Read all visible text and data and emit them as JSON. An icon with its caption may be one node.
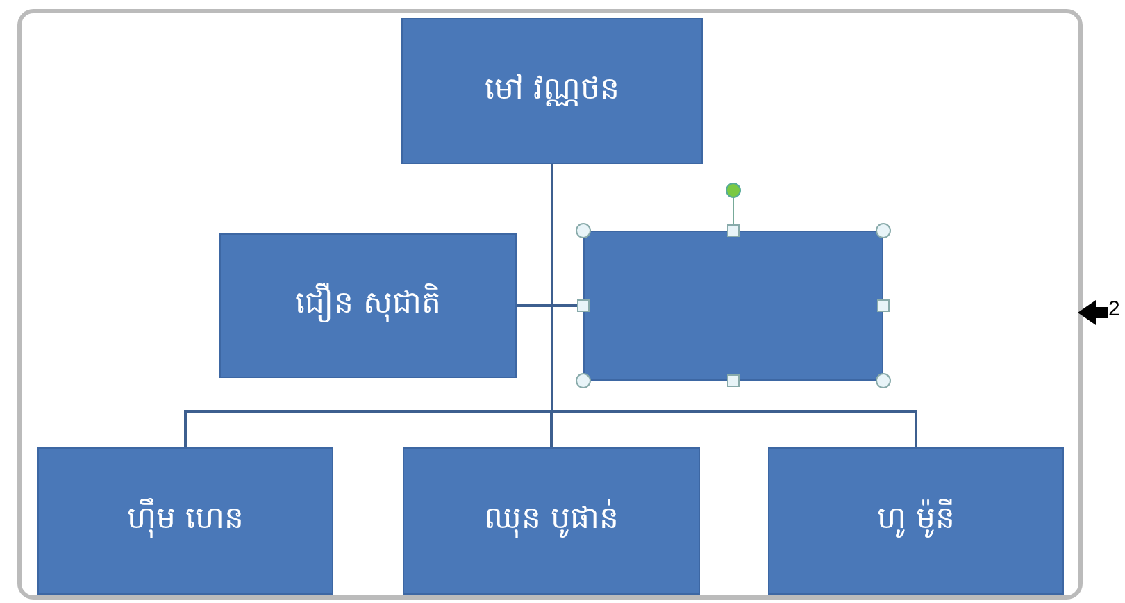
{
  "diagram": {
    "nodes": [
      {
        "text": [
          "មៅ វណ្ណថន"
        ]
      },
      {
        "text": [
          "ជឿន សុជាតិ"
        ]
      },
      {
        "text": [],
        "shape": "box"
      },
      {
        "text": [
          "ហ៊ឹម ហេន"
        ]
      },
      {
        "text": [
          "ឈុន បូផាន់"
        ]
      },
      {
        "text": [
          "ហូ ម៉ូនី"
        ]
      }
    ],
    "edges": [
      {
        "from": 0,
        "to": 1,
        "arrow": "none"
      },
      {
        "from": 0,
        "to": 2,
        "arrow": "none"
      },
      {
        "from": 0,
        "to": 3,
        "arrow": "none"
      },
      {
        "from": 0,
        "to": 4,
        "arrow": "none"
      },
      {
        "from": 0,
        "to": 5,
        "arrow": "none"
      }
    ],
    "labels": [
      "2"
    ]
  }
}
